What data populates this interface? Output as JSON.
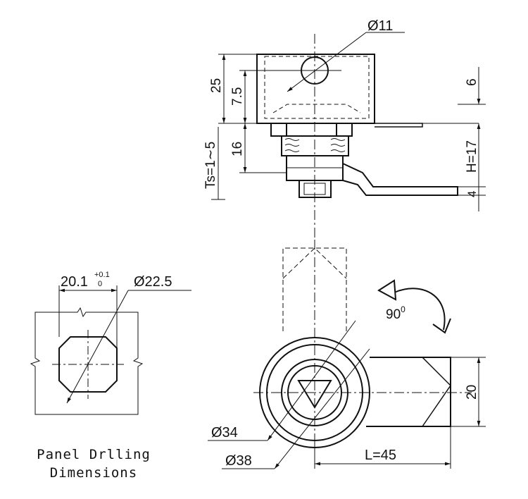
{
  "side_view": {
    "dims": {
      "hole_dia": "Ø11",
      "height_25": "25",
      "height_7_5": "7.5",
      "thread_16": "16",
      "ts": "Ts=1∼5",
      "six": "6",
      "h17": "H=17",
      "four": "4"
    }
  },
  "front_view": {
    "rotation": "90",
    "rotation_sup": "0",
    "dims": {
      "d34": "Ø34",
      "d38": "Ø38",
      "length": "L=45",
      "width": "20"
    }
  },
  "panel": {
    "dims": {
      "width_main": "20.1",
      "tol_upper": "+0.1",
      "tol_lower": "0",
      "dia": "Ø22.5"
    },
    "caption_line1": "Panel Drlling",
    "caption_line2": "Dimensions"
  }
}
